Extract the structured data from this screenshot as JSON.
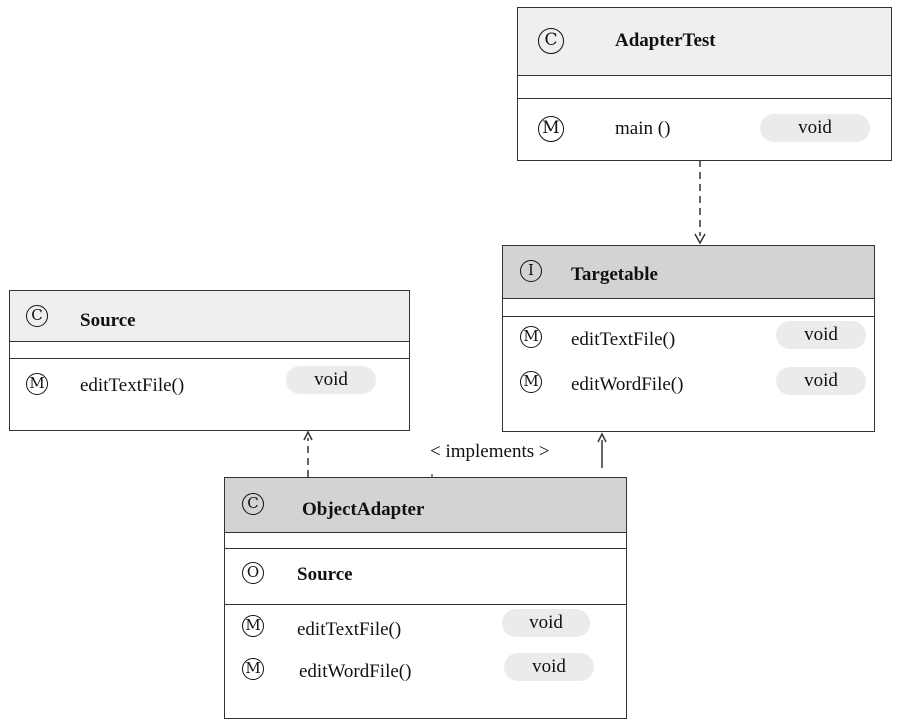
{
  "adapter_test": {
    "badge": "C",
    "name": "AdapterTest",
    "method_badge": "M",
    "method": "main ()",
    "return_type": "void"
  },
  "targetable": {
    "badge": "I",
    "name": "Targetable",
    "methods": [
      {
        "badge": "M",
        "name": "editTextFile()",
        "return_type": "void"
      },
      {
        "badge": "M",
        "name": "editWordFile()",
        "return_type": "void"
      }
    ]
  },
  "source": {
    "badge": "C",
    "name": "Source",
    "methods": [
      {
        "badge": "M",
        "name": "editTextFile()",
        "return_type": "void"
      }
    ]
  },
  "object_adapter": {
    "badge": "C",
    "name": "ObjectAdapter",
    "field_badge": "O",
    "field": "Source",
    "methods": [
      {
        "badge": "M",
        "name": "editTextFile()",
        "return_type": "void"
      },
      {
        "badge": "M",
        "name": "editWordFile()",
        "return_type": "void"
      }
    ]
  },
  "relations": {
    "implements_label": "< implements >"
  }
}
